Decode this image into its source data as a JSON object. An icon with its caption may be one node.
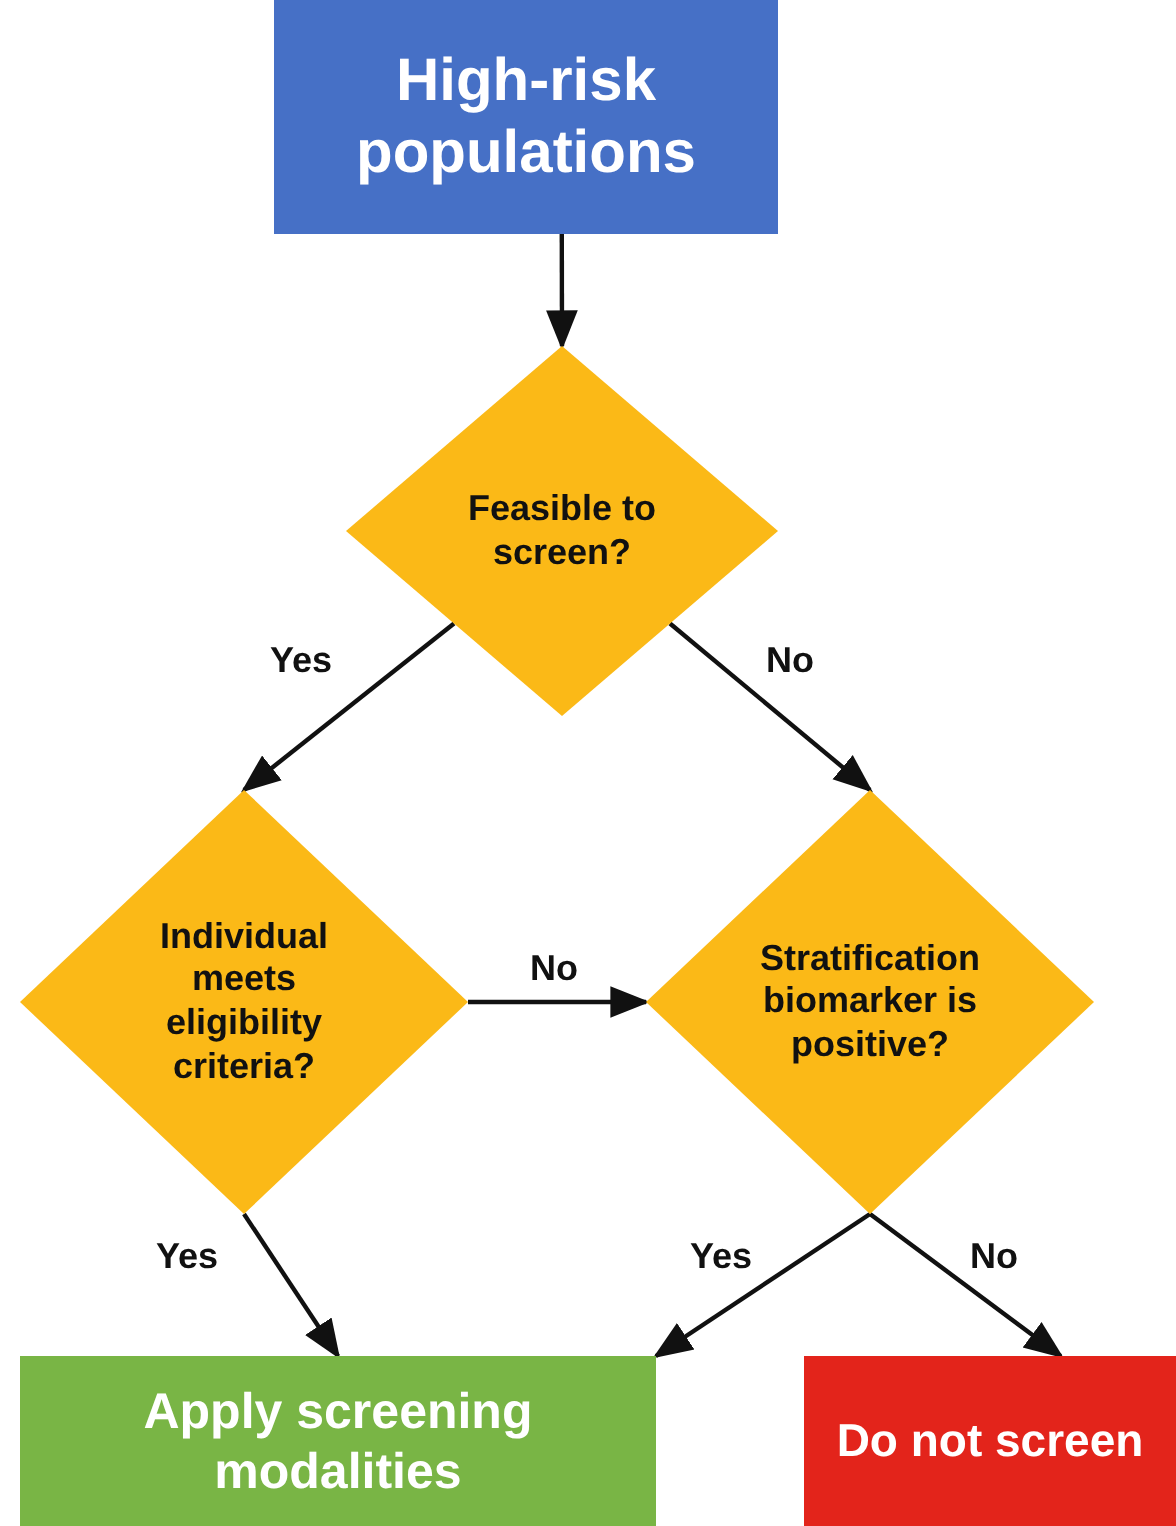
{
  "diagram": {
    "nodes": [
      {
        "text": [
          "High-risk populations"
        ]
      },
      {
        "text": [
          "Feasible to screen?"
        ]
      },
      {
        "text": [
          "Individual meets eligibility criteria?"
        ]
      },
      {
        "text": [
          "Stratification biomarker is positive?"
        ]
      },
      {
        "text": [
          "Apply screening modalities"
        ]
      },
      {
        "text": [
          "Do not screen"
        ]
      }
    ],
    "edges": [
      {
        "from": 0,
        "to": 1,
        "arrow": "to"
      },
      {
        "from": 1,
        "to": 2,
        "arrow": "to",
        "label": "Yes"
      },
      {
        "from": 1,
        "to": 3,
        "arrow": "to",
        "label": "No"
      },
      {
        "from": 2,
        "to": 3,
        "arrow": "to",
        "label": "No"
      },
      {
        "from": 2,
        "to": 4,
        "arrow": "to",
        "label": "Yes"
      },
      {
        "from": 3,
        "to": 4,
        "arrow": "to",
        "label": "Yes"
      },
      {
        "from": 3,
        "to": 5,
        "arrow": "to",
        "label": "No"
      }
    ]
  }
}
